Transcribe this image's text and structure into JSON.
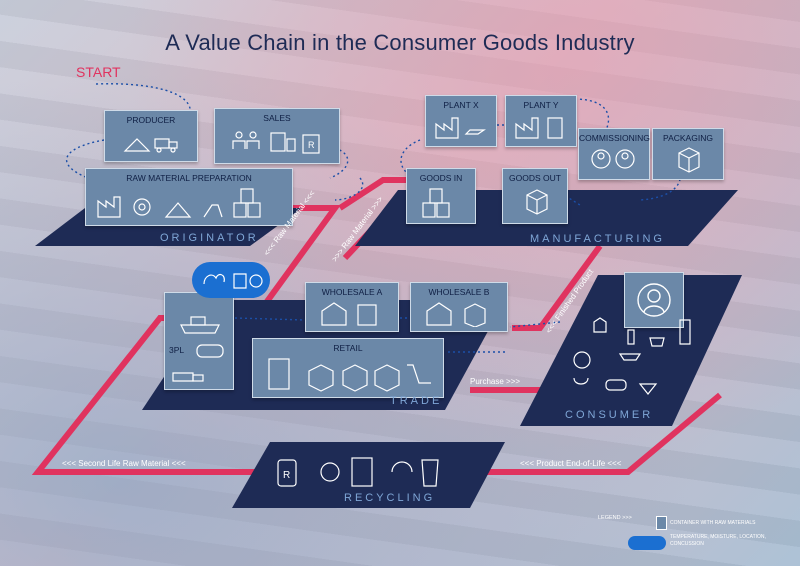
{
  "title": "A Value Chain in the Consumer Goods Industry",
  "start": "START",
  "stages": {
    "originator": "ORIGINATOR",
    "manufacturing": "MANUFACTURING",
    "trade": "TRADE",
    "consumer": "CONSUMER",
    "recycling": "RECYCLING"
  },
  "cards": {
    "producer": "PRODUCER",
    "sales": "SALES",
    "raw_material_preparation": "RAW MATERIAL PREPARATION",
    "plant_x": "PLANT X",
    "plant_y": "PLANT Y",
    "commissioning": "COMMISSIONING",
    "packaging": "PACKAGING",
    "goods_in": "GOODS IN",
    "goods_out": "GOODS OUT",
    "wholesale_a": "WHOLESALE A",
    "wholesale_b": "WHOLESALE B",
    "retail": "RETAIL",
    "threepl": "3PL"
  },
  "flows": {
    "raw_material_1": "<<< Raw Material <<<",
    "raw_material_2": ">>> Raw Material >>>",
    "finished_product": "<<< Finished Product",
    "purchase": "Purchase >>>",
    "product_eol": "<<< Product End-of-Life <<<",
    "second_life": "<<< Second Life Raw Material <<<"
  },
  "legend": {
    "header": "LEGEND >>>",
    "container": "CONTAINER WITH RAW MATERIALS",
    "sensor": "TEMPERATURE, MOISTURE, LOCATION, CONCUSSION"
  },
  "colors": {
    "path": "#e0335f",
    "platform": "#1e2b55",
    "card": "#6b88a8",
    "sensor_bubble": "#1b6fd1"
  }
}
